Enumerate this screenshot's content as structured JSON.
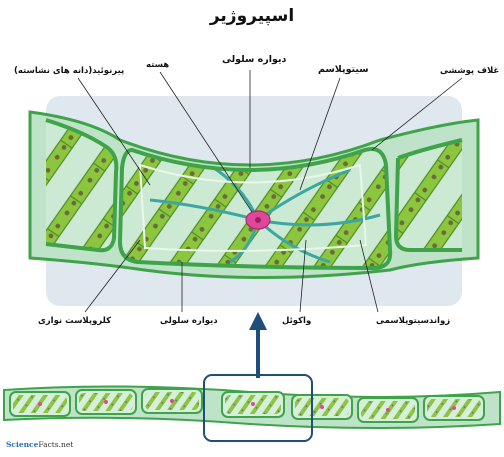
{
  "title": "اسپیروژیر",
  "labels": {
    "pyrenoid": "پیرنوئید(دانه های نشاسته)",
    "nucleus": "هسته",
    "cell_wall_top": "دیواره سلولی",
    "cytoplasm": "سیتوپلاسم",
    "mucilage_sheath": "غلاف پوششی",
    "ribbon_chloroplast": "کلروپلاست نواری",
    "cell_wall_bottom": "دیواره سلولی",
    "vacuole": "واکوئل",
    "cytoplasmic_strands": "زواندسیتوپلاسمی"
  },
  "logo": {
    "brand": "Science",
    "suffix": "Facts",
    "tld": ".net"
  },
  "colors": {
    "background_panel": "#dfe8ee",
    "cell_wall": "#3fa34a",
    "cell_fill": "#bfe3c8",
    "chloroplast": "#8cc63f",
    "chloroplast_dark": "#7a7a50",
    "nucleus": "#e0479a",
    "arrow": "#1f4e79"
  }
}
